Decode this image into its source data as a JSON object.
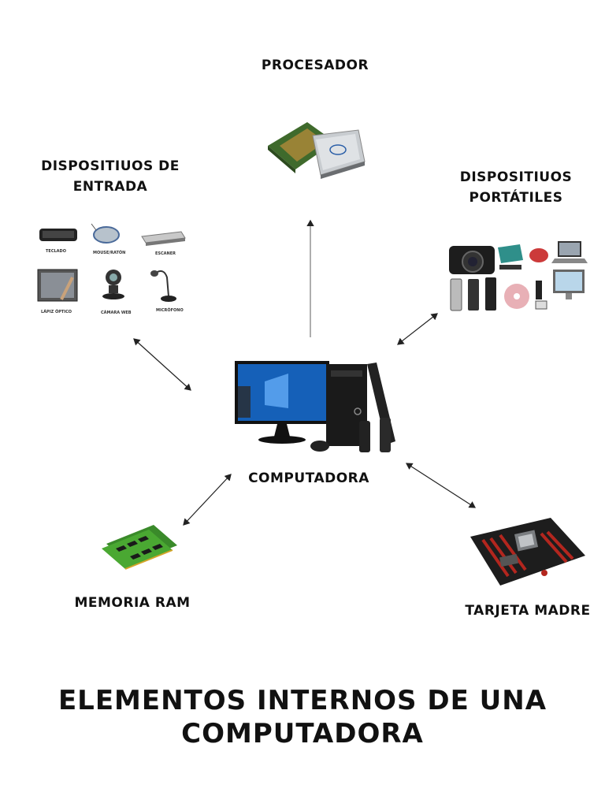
{
  "nodes": {
    "processor": "PROCESADOR",
    "input_devices_1": "DISPOSITIUOS DE",
    "input_devices_2": "ENTRADA",
    "portable_devices_1": "DISPOSITIUOS",
    "portable_devices_2": "PORTÁTILES",
    "computer": "COMPUTADORA",
    "ram": "MEMORIA RAM",
    "motherboard": "TARJETA MADRE"
  },
  "input_items": {
    "keyboard": "TECLADO",
    "mouse": "MOUSE/RATÓN",
    "scanner": "ESCANER",
    "pen": "LÁPIZ ÓPTICO",
    "webcam": "CÁMARA WEB",
    "mic": "MICRÓFONO"
  },
  "title": {
    "line1": "ELEMENTOS INTERNOS DE UNA",
    "line2": "COMPUTADORA"
  },
  "colors": {
    "text": "#111111",
    "arrow": "#222222",
    "ram_green": "#3a8a2a",
    "board_red": "#b3261e"
  }
}
